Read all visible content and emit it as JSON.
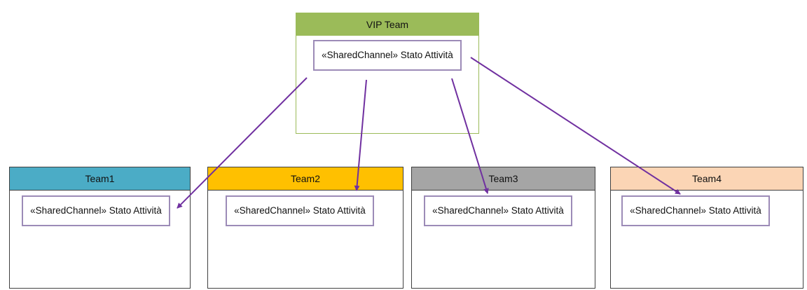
{
  "colors": {
    "arrow": "#7030a0"
  },
  "vip": {
    "title": "VIP Team",
    "header_color": "#9bbb59",
    "channel": "«SharedChannel» Stato Attività"
  },
  "teams": [
    {
      "title": "Team1",
      "header_color": "#4bacc6",
      "channel": "«SharedChannel» Stato Attività"
    },
    {
      "title": "Team2",
      "header_color": "#ffc000",
      "channel": "«SharedChannel» Stato Attività"
    },
    {
      "title": "Team3",
      "header_color": "#a5a5a5",
      "channel": "«SharedChannel» Stato Attività"
    },
    {
      "title": "Team4",
      "header_color": "#fbd5b5",
      "channel": "«SharedChannel» Stato Attività"
    }
  ],
  "connections": [
    {
      "from": "VIP Team",
      "to": "Team1"
    },
    {
      "from": "VIP Team",
      "to": "Team2"
    },
    {
      "from": "VIP Team",
      "to": "Team3"
    },
    {
      "from": "VIP Team",
      "to": "Team4"
    }
  ]
}
